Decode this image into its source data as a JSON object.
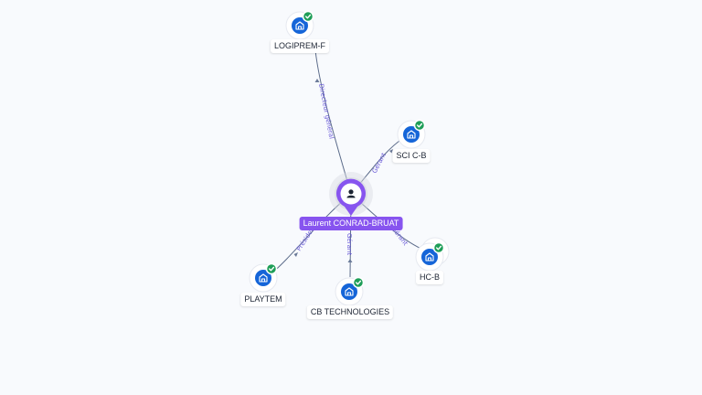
{
  "graph": {
    "center": {
      "name": "Laurent CONRAD-BRUAT",
      "icon": "person-icon"
    },
    "companies": [
      {
        "id": "logiprem",
        "name": "LOGIPREM-F",
        "role": "Directeur général",
        "icon": "building-icon",
        "verified": true
      },
      {
        "id": "sci",
        "name": "SCI C-B",
        "role": "Gérant",
        "icon": "building-icon",
        "verified": true
      },
      {
        "id": "hcb",
        "name": "HC-B",
        "role": "Gérant",
        "icon": "building-icon",
        "verified": true
      },
      {
        "id": "cbtech",
        "name": "CB TECHNOLOGIES",
        "role": "Gérant",
        "icon": "building-icon",
        "verified": true
      },
      {
        "id": "playtem",
        "name": "PLAYTEM",
        "role": "Président",
        "icon": "building-icon",
        "verified": true
      }
    ]
  },
  "colors": {
    "background": "#f8fafd",
    "company_node": "#1565d8",
    "verified_badge": "#1e9e58",
    "person_accent": "#8754ef",
    "edge_label": "#6a5ad8"
  }
}
